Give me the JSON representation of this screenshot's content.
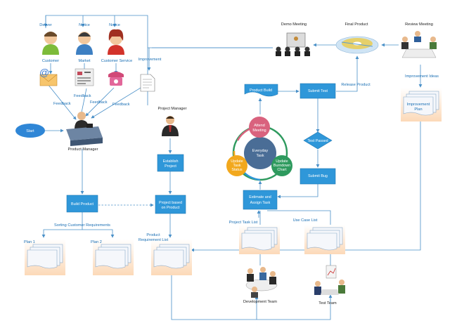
{
  "roles": {
    "deliver": "Deliver",
    "notice_market": "Notice",
    "notice_service": "Notice",
    "customer": "Customer",
    "market": "Market",
    "customer_service": "Customer Service",
    "improvement": "Improvement",
    "product_manager": "Product Manager",
    "project_manager": "Project Manager",
    "demo_meeting": "Demo Meeting",
    "final_product": "Final Product",
    "review_meeting": "Review Meeting",
    "development_team": "Development Team",
    "test_team": "Test Team"
  },
  "feedback": [
    "Feedback",
    "Feedback",
    "Feedback",
    "Feedback"
  ],
  "nodes": {
    "start": "Start",
    "build_product": "Build Product",
    "establish_project_1": "Establish",
    "establish_project_2": "Project",
    "project_based_1": "Project based",
    "project_based_2": "on Product",
    "product_build": "Product Build",
    "submit_test": "Submit Test",
    "test_passed": "Test Passed",
    "submit_bug": "Submit Bug",
    "estimate_1": "Estimate and",
    "estimate_2": "Assign Task",
    "everyday_1": "Everyday",
    "everyday_2": "Task",
    "attend_1": "Attend",
    "attend_2": "Meeting",
    "update_task_1": "Update",
    "update_task_2": "Task",
    "update_task_3": "Status",
    "burndown_1": "Update",
    "burndown_2": "Burndown",
    "burndown_3": "Chart"
  },
  "labels": {
    "release_product": "Release Product",
    "improvement_ideas": "Improvement Ideas",
    "improvement_plan_1": "Improvement",
    "improvement_plan_2": "Plan",
    "sorting": "Sorting Customer Requirements",
    "plan1": "Plan 1",
    "plan2": "Plan 2",
    "product_req_1": "Product",
    "product_req_2": "Requirement List",
    "project_task_list": "Project Task List",
    "use_case_list": "Use Case List"
  },
  "colors": {
    "process_box": "#2f97d9",
    "connector": "#4a90c8",
    "attend_meeting": "#d9627e",
    "update_task": "#f2a81d",
    "update_burndown": "#2e9a5e",
    "everyday_task": "#4a6d96",
    "panel": "#fde2c9"
  },
  "icons": [
    "person-icon",
    "email-icon",
    "document-icon",
    "telephone-icon",
    "desk-icon",
    "cd-icon",
    "meeting-icon",
    "presentation-icon"
  ]
}
